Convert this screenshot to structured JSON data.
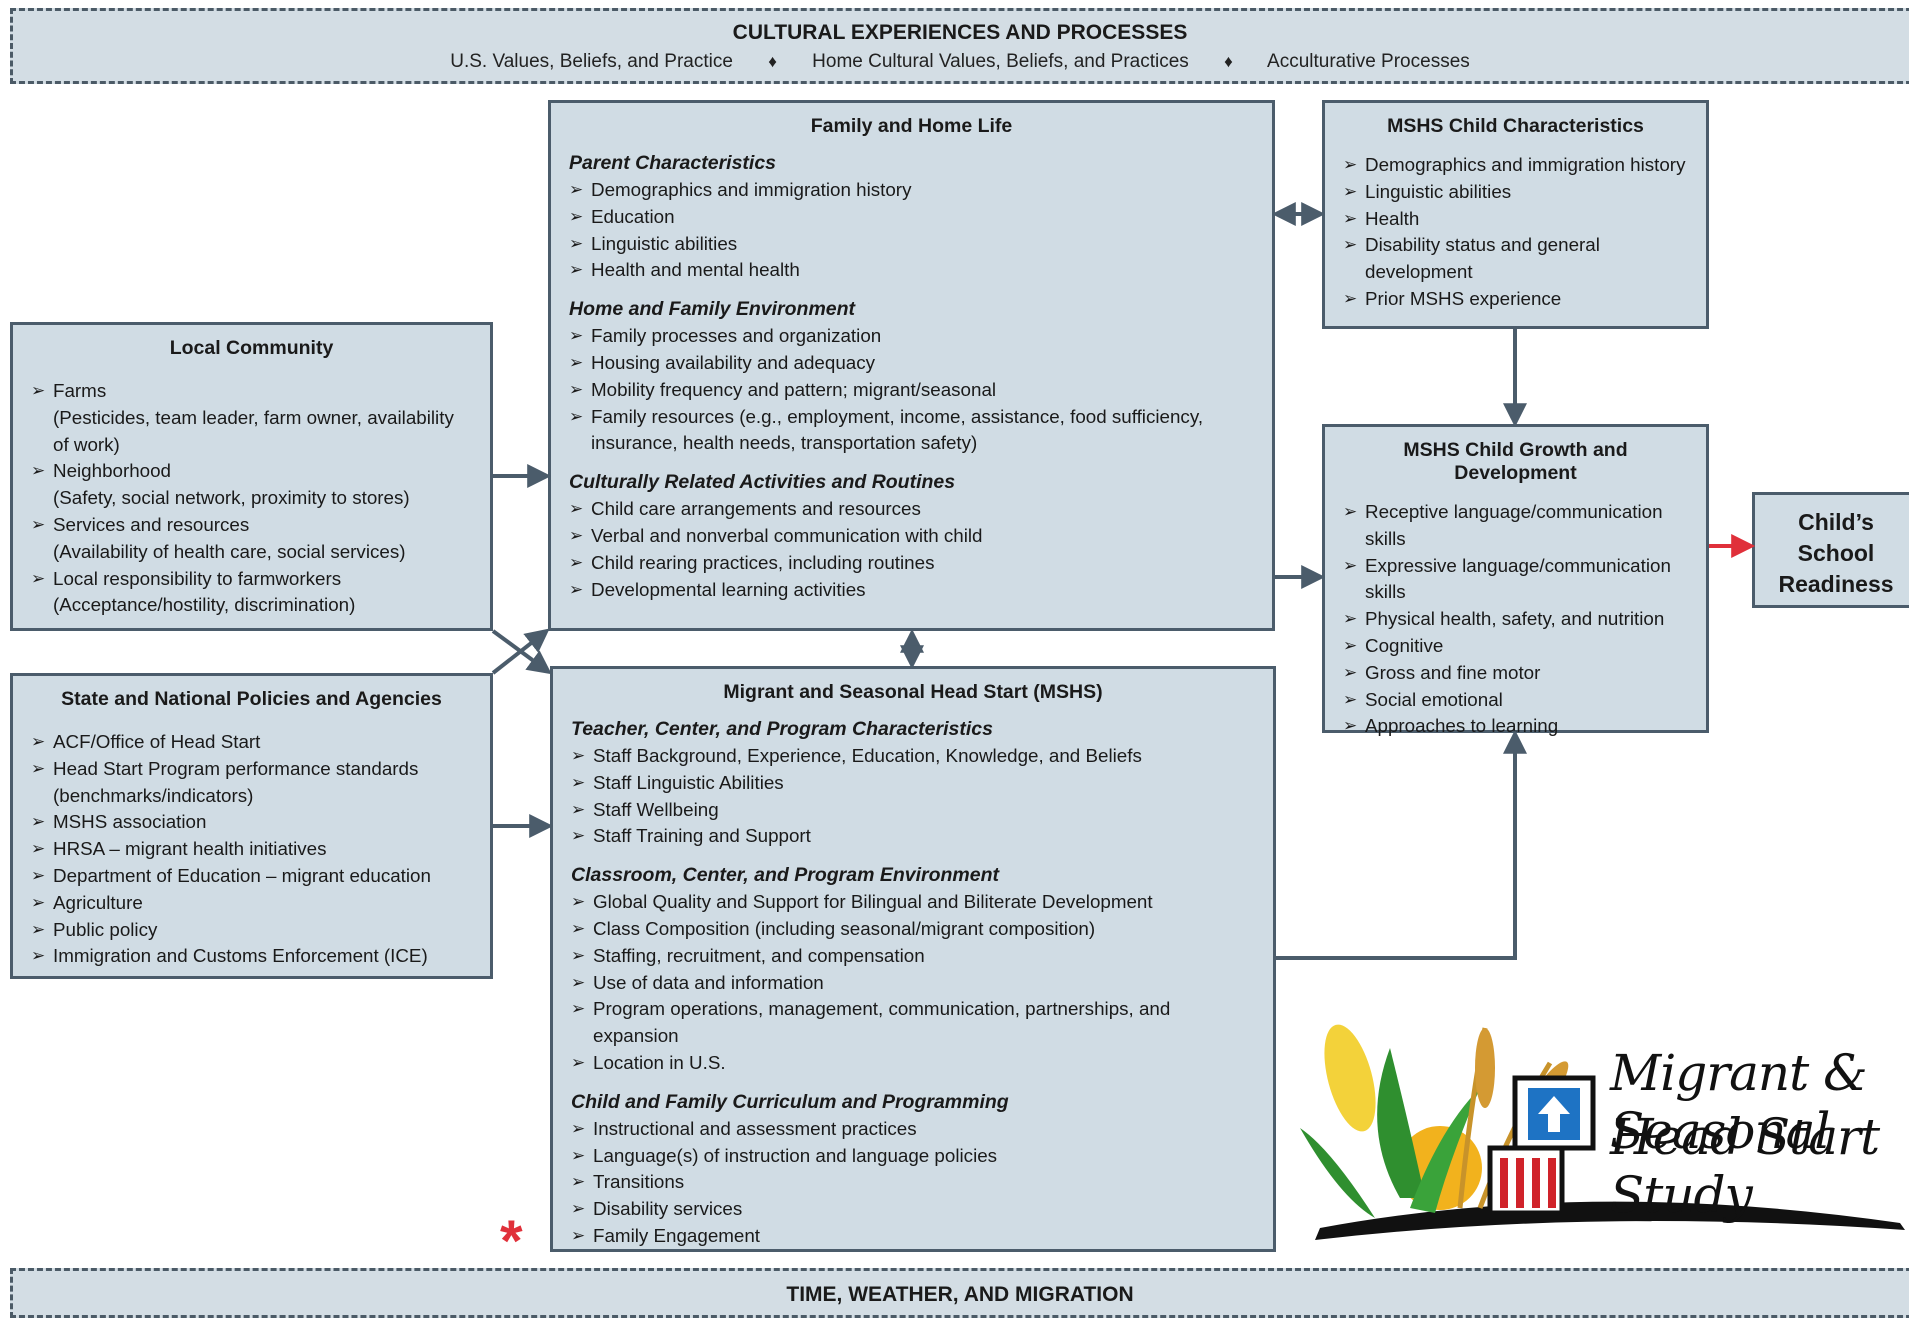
{
  "top_band": {
    "title": "CULTURAL EXPERIENCES AND PROCESSES",
    "items": [
      "U.S. Values, Beliefs, and Practice",
      "Home Cultural Values, Beliefs, and Practices",
      "Acculturative Processes"
    ],
    "separator": "♦"
  },
  "bottom_band": {
    "title": "TIME, WEATHER, AND MIGRATION"
  },
  "local_community": {
    "title": "Local Community",
    "items": [
      {
        "label": "Farms",
        "note": "(Pesticides, team leader, farm owner, availability of work)"
      },
      {
        "label": "Neighborhood",
        "note": "(Safety, social network, proximity to stores)"
      },
      {
        "label": "Services and resources",
        "note": "(Availability of health care, social services)"
      },
      {
        "label": "Local responsibility to farmworkers",
        "note": "(Acceptance/hostility,  discrimination)"
      }
    ]
  },
  "state_national": {
    "title": "State and National Policies and Agencies",
    "items": [
      "ACF/Office of Head Start",
      "Head Start Program performance standards (benchmarks/indicators)",
      "MSHS association",
      "HRSA – migrant health initiatives",
      "Department of Education – migrant education",
      "Agriculture",
      "Public policy",
      "Immigration and Customs Enforcement (ICE)"
    ]
  },
  "family_home": {
    "title": "Family and Home Life",
    "sections": [
      {
        "title": "Parent Characteristics",
        "items": [
          "Demographics and immigration history",
          "Education",
          "Linguistic abilities",
          "Health and mental health"
        ]
      },
      {
        "title": "Home and Family Environment",
        "items": [
          "Family processes and organization",
          "Housing availability and adequacy",
          "Mobility frequency and pattern; migrant/seasonal",
          "Family resources (e.g., employment, income, assistance, food sufficiency, insurance, health needs, transportation  safety)"
        ]
      },
      {
        "title": "Culturally Related Activities and Routines",
        "items": [
          "Child care arrangements and resources",
          "Verbal and nonverbal communication with child",
          "Child rearing practices, including routines",
          "Developmental learning activities"
        ]
      }
    ]
  },
  "mshs": {
    "title": "Migrant and Seasonal Head Start (MSHS)",
    "sections": [
      {
        "title": "Teacher, Center, and Program Characteristics",
        "items": [
          "Staff Background, Experience, Education, Knowledge, and Beliefs",
          "Staff Linguistic  Abilities",
          "Staff Wellbeing",
          "Staff Training and Support"
        ]
      },
      {
        "title": "Classroom, Center, and Program Environment",
        "items": [
          "Global Quality and Support for Bilingual and Biliterate Development",
          "Class Composition (including seasonal/migrant composition)",
          "Staffing,  recruitment, and compensation",
          "Use of data and information",
          "Program operations, management, communication, partnerships, and expansion",
          "Location in U.S."
        ]
      },
      {
        "title": "Child and Family Curriculum and Programming",
        "items": [
          "Instructional  and assessment practices",
          "Language(s) of instruction  and language policies",
          "Transitions",
          "Disability services",
          "Family Engagement"
        ]
      }
    ],
    "asterisk": "*"
  },
  "child_characteristics": {
    "title": "MSHS Child Characteristics",
    "items": [
      "Demographics and immigration history",
      "Linguistic  abilities",
      "Health",
      "Disability status  and general development",
      "Prior MSHS experience"
    ]
  },
  "child_growth": {
    "title": "MSHS Child Growth and Development",
    "items": [
      "Receptive language/communication skills",
      "Expressive language/communication skills",
      "Physical health, safety, and nutrition",
      "Cognitive",
      "Gross and fine  motor",
      "Social emotional",
      "Approaches to learning"
    ]
  },
  "readiness": {
    "line1": "Child’s",
    "line2": "School",
    "line3": "Readiness"
  },
  "logo": {
    "line1": "Migrant & Seasonal",
    "line2": "Head Start Study"
  },
  "colors": {
    "box_fill": "#d0dce4",
    "box_border": "#4b5c6b",
    "arrow": "#4b5c6b",
    "readiness_arrow": "#e0303a"
  }
}
